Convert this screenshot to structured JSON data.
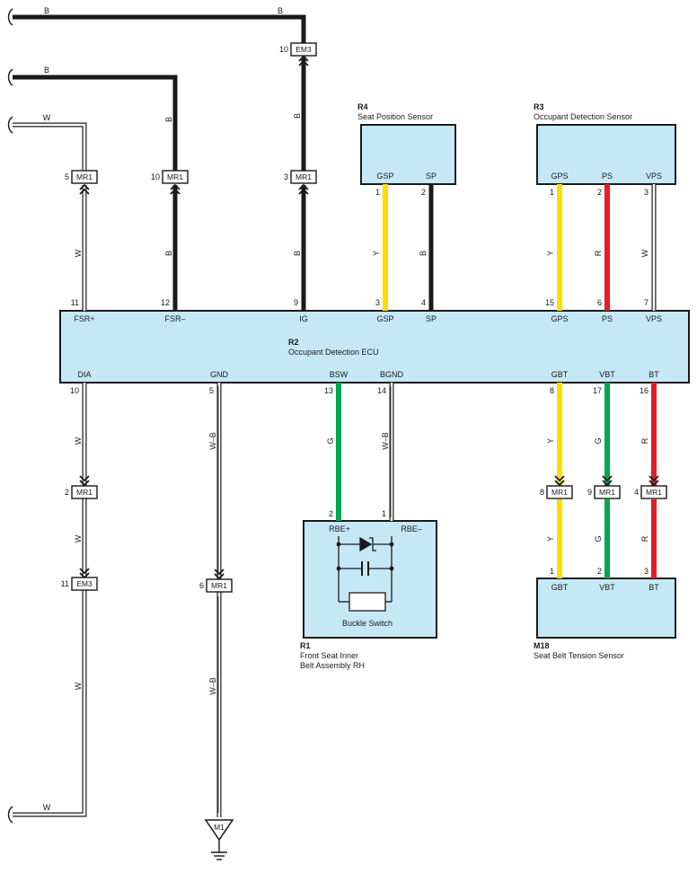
{
  "colors": {
    "box": "#c6e8f6",
    "black": "#1a1a1a",
    "yellow": "#ffdd00",
    "red": "#e31e24",
    "green": "#00a651",
    "white_wire": "#ffffff"
  },
  "wire_tags": {
    "B": "B",
    "W": "W",
    "Y": "Y",
    "R": "R",
    "G": "G",
    "WB": "W–B"
  },
  "connectors": {
    "MR1": "MR1",
    "EM3": "EM3",
    "M1": "M1"
  },
  "pins": {
    "em3_top": "10",
    "mr1_w": "5",
    "mr1_b": "10",
    "mr1_ig": "3",
    "r2_fsrp": "11",
    "r2_fsrm": "12",
    "r2_ig": "9",
    "r2_gsp": "3",
    "r2_sp": "4",
    "r2_gps": "15",
    "r2_ps": "6",
    "r2_vps": "7",
    "r2_dia": "10",
    "r2_gnd": "5",
    "r2_bsw": "13",
    "r2_bgnd": "14",
    "r2_gbt": "8",
    "r2_vbt": "17",
    "r2_bt": "16",
    "r4_gsp": "1",
    "r4_sp": "2",
    "r3_gps": "1",
    "r3_ps": "2",
    "r3_vps": "3",
    "mr1_dia": "2",
    "em3_dia": "11",
    "mr1_gnd": "6",
    "mr1_gbt": "8",
    "mr1_vbt": "9",
    "mr1_bt": "4",
    "r1_rbep": "2",
    "r1_rbem": "1",
    "m18_gbt": "1",
    "m18_vbt": "2",
    "m18_bt": "3"
  },
  "r4": {
    "id": "R4",
    "name": "Seat Position Sensor",
    "t_gsp": "GSP",
    "t_sp": "SP"
  },
  "r3": {
    "id": "R3",
    "name": "Occupant Detection Sensor",
    "t_gps": "GPS",
    "t_ps": "PS",
    "t_vps": "VPS"
  },
  "r2": {
    "id": "R2",
    "name": "Occupant Detection ECU",
    "t_fsrp": "FSR+",
    "t_fsrm": "FSR–",
    "t_ig": "IG",
    "t_gsp": "GSP",
    "t_sp": "SP",
    "t_gps": "GPS",
    "t_ps": "PS",
    "t_vps": "VPS",
    "t_dia": "DIA",
    "t_gnd": "GND",
    "t_bsw": "BSW",
    "t_bgnd": "BGND",
    "t_gbt": "GBT",
    "t_vbt": "VBT",
    "t_bt": "BT"
  },
  "r1": {
    "id": "R1",
    "name_line1": "Front Seat Inner",
    "name_line2": "Belt Assembly RH",
    "t_rbep": "RBE+",
    "t_rbem": "RBE–",
    "switch": "Buckle Switch"
  },
  "m18": {
    "id": "M18",
    "name": "Seat Belt Tension Sensor",
    "t_gbt": "GBT",
    "t_vbt": "VBT",
    "t_bt": "BT"
  }
}
